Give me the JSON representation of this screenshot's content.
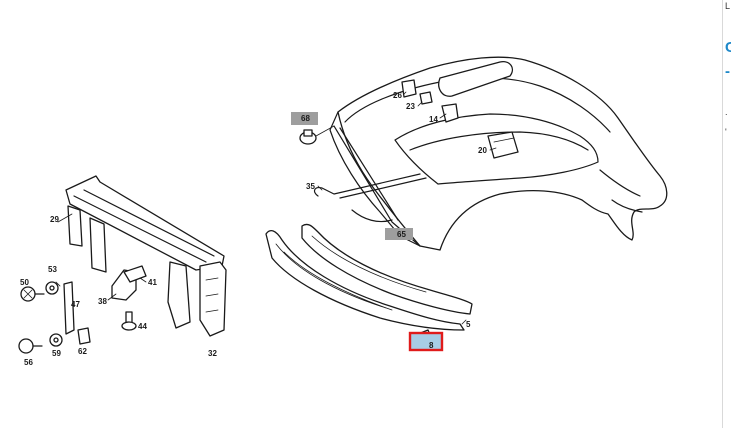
{
  "diagram": {
    "colors": {
      "line": "#1a1a1a",
      "highlight_box": "#9e9e9e",
      "selected_box": "#a8cde6",
      "selection_outline": "#e01b1b",
      "accent": "#1e88c9"
    },
    "labels": {
      "p5": "5",
      "p8": "8",
      "p14": "14",
      "p20": "20",
      "p23": "23",
      "p26": "26",
      "p29": "29",
      "p32": "32",
      "p35": "35",
      "p38": "38",
      "p41": "41",
      "p44": "44",
      "p47": "47",
      "p50": "50",
      "p53": "53",
      "p56": "56",
      "p59": "59",
      "p62": "62",
      "p65": "65",
      "p68": "68"
    },
    "highlighted_parts": [
      "68",
      "65"
    ],
    "selected_part": "8"
  },
  "viewer": {
    "right_strip": {
      "top_char": "L",
      "accent_char": "C",
      "dash": "-",
      "glyph_a": ".",
      "glyph_b": "'"
    }
  }
}
